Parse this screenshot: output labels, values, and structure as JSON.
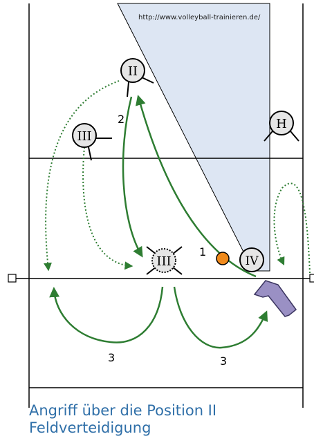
{
  "url_text": "http://www.volleyball-trainieren.de/",
  "caption": {
    "line1": "Angriff über die Position II",
    "line2": "Feldverteidigung"
  },
  "players": {
    "p2": "II",
    "p3_back": "III",
    "p3_front": "III",
    "p4": "IV",
    "hitter": "H"
  },
  "labels": {
    "step1": "1",
    "step2": "2",
    "step3_left": "3",
    "step3_right": "3"
  },
  "colors": {
    "path_green": "#2e7d32",
    "ball_orange": "#f08a1c",
    "shadow_blue": "#dde6f3",
    "arrow_purple": "#9a90c4",
    "caption_blue": "#2f6fa8",
    "player_fill": "#e6e6e6"
  }
}
